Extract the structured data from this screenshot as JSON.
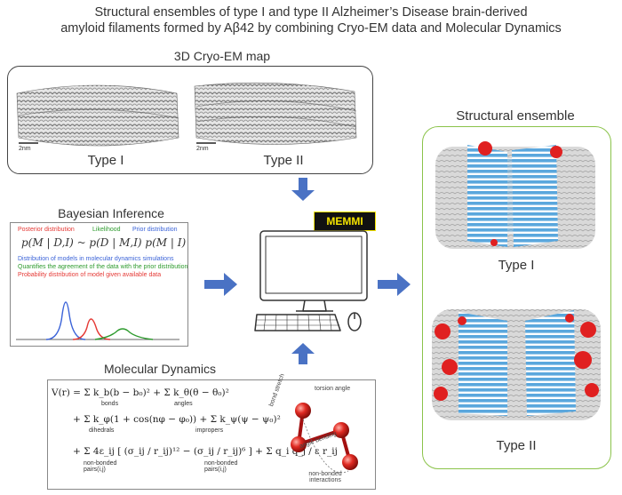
{
  "title": {
    "line1": "Structural ensembles of type I and type II Alzheimer’s Disease  brain-derived",
    "line2": "amyloid filaments formed by Aβ42 by combining Cryo-EM data and Molecular Dynamics"
  },
  "cryo_em": {
    "heading": "3D Cryo-EM map",
    "scale_left": "2nm",
    "scale_right": "2nm",
    "type1": "Type I",
    "type2": "Type II"
  },
  "bayes": {
    "heading": "Bayesian Inference",
    "label_posterior": "Posterior distribution",
    "label_likelihood": "Likelihood",
    "label_prior": "Prior distribution",
    "formula": "p(M | D,I) ~ p(D | M,I)  p(M | I)",
    "note_blue": "Distribution of models in molecular dynamics simulations",
    "note_green": "Quantifies the agreement of the data with the prior distribution",
    "note_red": "Probability distribution of model given available data",
    "colors": {
      "posterior": "#e53935",
      "likelihood": "#2e9b2e",
      "prior": "#3b63d8"
    }
  },
  "memmi": {
    "label": "MEMMI",
    "bg": "#111111",
    "fg": "#f5e400"
  },
  "md": {
    "heading": "Molecular Dynamics",
    "eq1": "V(r) = Σ k_b(b − b₀)² + Σ k_θ(θ − θ₀)²",
    "eq1_sub1": "bonds",
    "eq1_sub2": "angles",
    "eq2": "+ Σ k_φ(1 + cos(nφ − φ₀)) + Σ k_ψ(ψ − ψ₀)²",
    "eq2_sub1": "dihedrals",
    "eq2_sub2": "impropers",
    "eq3": "+ Σ 4ε_ij [ (σ_ij / r_ij)¹² − (σ_ij / r_ij)⁶ ] + Σ q_i q_j / ε r_ij",
    "eq3_sub1": "non-bonded pairs(i,j)",
    "eq3_sub2": "non-bonded pairs(i,j)",
    "mol_torsion": "torsion angle",
    "mol_bond": "bond stretch",
    "mol_angle": "angle bending",
    "mol_nonbonded": "non-bonded interactions"
  },
  "ensemble": {
    "heading": "Structural ensemble",
    "type1": "Type I",
    "type2": "Type II",
    "border": "#8bc34a"
  },
  "arrow_color": "#4a72c4"
}
